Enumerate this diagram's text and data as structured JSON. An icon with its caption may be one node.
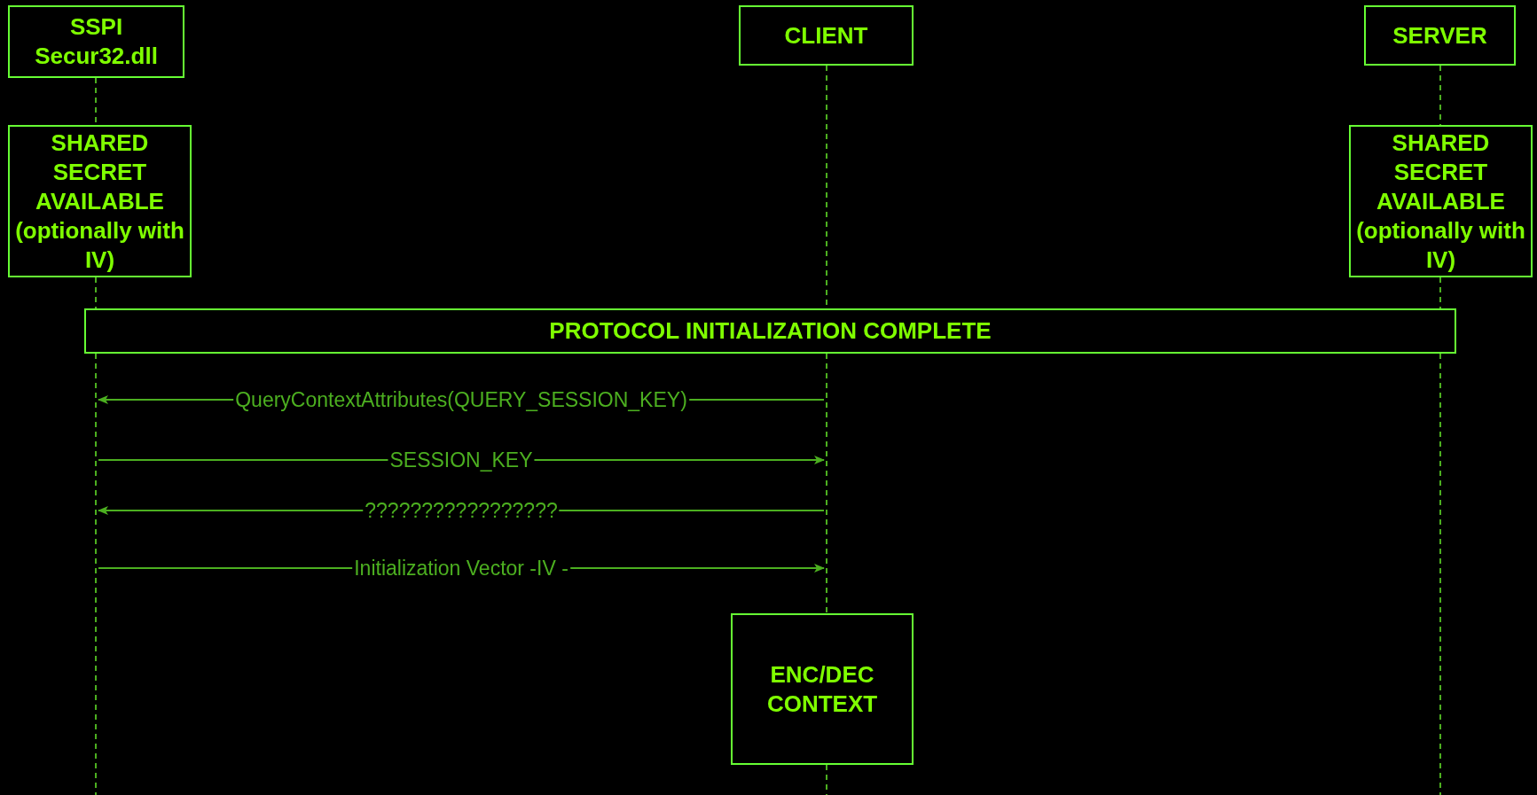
{
  "diagram": {
    "nodes": [
      {
        "text": [
          "SSPI Secur32.dll"
        ]
      },
      {
        "text": [
          "CLIENT"
        ]
      },
      {
        "text": [
          "SERVER"
        ]
      },
      {
        "text": [
          "SHARED SECRET AVAILABLE (optionally with IV)"
        ]
      },
      {
        "text": [
          "SHARED SECRET AVAILABLE (optionally with IV)"
        ]
      },
      {
        "text": [
          "PROTOCOL INITIALIZATION COMPLETE"
        ]
      },
      {
        "text": [
          "ENC/DEC CONTEXT"
        ]
      },
      {
        "text": [],
        "shape": "line"
      },
      {
        "text": [],
        "shape": "line"
      },
      {
        "text": [],
        "shape": "line"
      }
    ],
    "edges": [
      {
        "from": 0,
        "to": 3,
        "arrow": "none",
        "style": "dashed"
      },
      {
        "from": 3,
        "to": 5,
        "arrow": "none",
        "style": "dashed"
      },
      {
        "from": 1,
        "to": 5,
        "arrow": "none",
        "style": "dashed"
      },
      {
        "from": 2,
        "to": 4,
        "arrow": "none",
        "style": "dashed"
      },
      {
        "from": 4,
        "to": 5,
        "arrow": "none",
        "style": "dashed"
      },
      {
        "from": 8,
        "to": 7,
        "arrow": "to",
        "label": "QueryContextAttributes(QUERY_SESSION_KEY)"
      },
      {
        "from": 7,
        "to": 8,
        "arrow": "to",
        "label": "SESSION_KEY"
      },
      {
        "from": 8,
        "to": 7,
        "arrow": "to",
        "label": "?????????????????"
      },
      {
        "from": 7,
        "to": 8,
        "arrow": "to",
        "label": "Initialization Vector -IV -"
      }
    ]
  }
}
